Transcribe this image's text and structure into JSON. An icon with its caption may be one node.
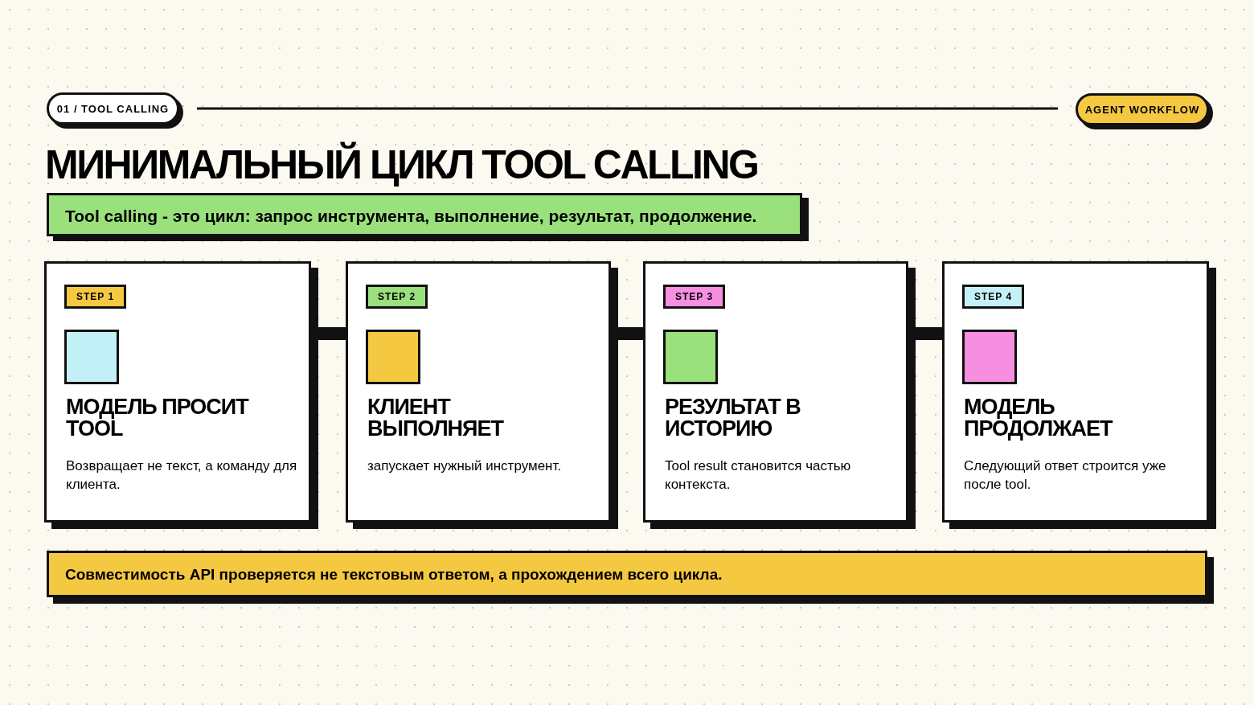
{
  "diagram": {
    "title": "МИНИМАЛЬНЫЙ ЦИКЛ TOOL CALLING",
    "nodes": [
      {
        "text": [
          "STEP 1",
          "МОДЕЛЬ ПРОСИТ TOOL",
          "Возвращает не текст, а команду для клиента."
        ]
      },
      {
        "text": [
          "STEP 2",
          "КЛИЕНТ ВЫПОЛНЯЕТ",
          "запускает нужный инструмент."
        ]
      },
      {
        "text": [
          "STEP 3",
          "РЕЗУЛЬТАТ В ИСТОРИЮ",
          "Tool result становится частью контекста."
        ]
      },
      {
        "text": [
          "STEP 4",
          "МОДЕЛЬ ПРОДОЛЖАЕТ",
          "Следующий ответ строится уже после tool."
        ]
      }
    ],
    "edges": [
      {
        "from": 0,
        "to": 1,
        "arrow": "none"
      },
      {
        "from": 1,
        "to": 2,
        "arrow": "none"
      },
      {
        "from": 2,
        "to": 3,
        "arrow": "none"
      }
    ],
    "labels": [
      "01 / TOOL CALLING",
      "AGENT WORKFLOW",
      "Tool calling - это цикл: запрос инструмента, выполнение, результат, продолжение.",
      "Совместимость API проверяется не текстовым ответом, а прохождением всего цикла."
    ]
  }
}
